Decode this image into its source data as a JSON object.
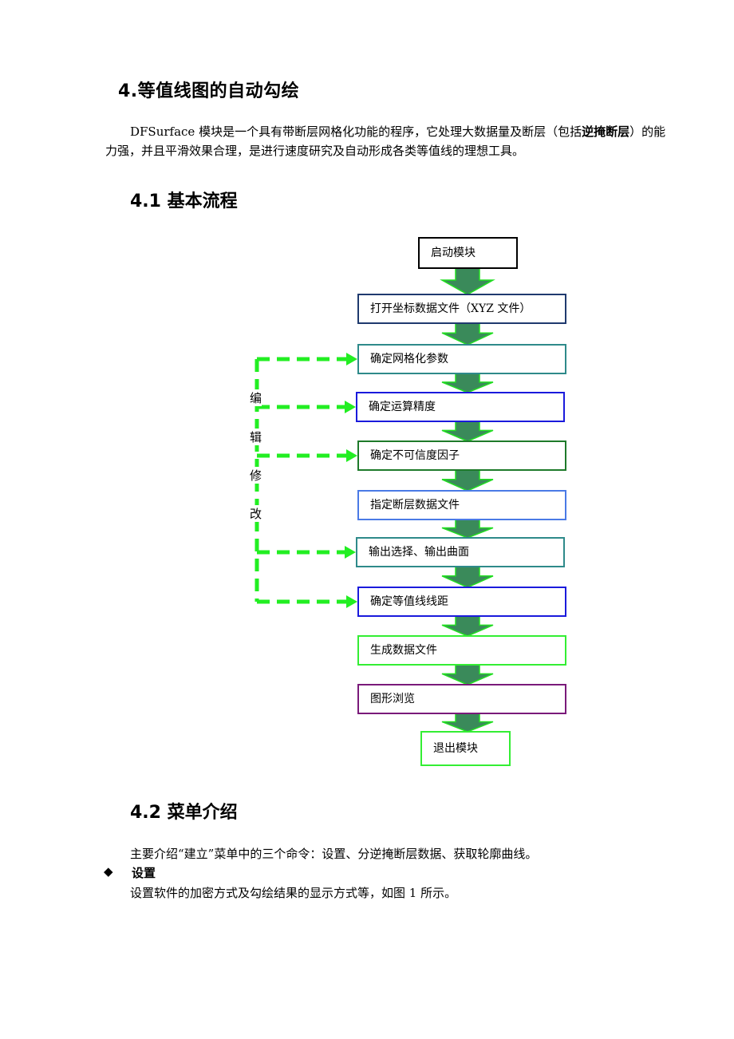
{
  "heading_main": "4.等值线图的自动勾绘",
  "intro": {
    "text_before_bold": "DFSurface 模块是一个具有带断层网格化功能的程序，它处理大数据量及断层（包括",
    "bold": "逆掩断层",
    "text_after_bold": "）的能力强，并且平滑效果合理，是进行速度研究及自动形成各类等值线的理想工具。"
  },
  "section_flow": {
    "heading": "4.1 基本流程",
    "flowchart": {
      "steps": [
        {
          "label": "启动模块",
          "border_color": "#000000"
        },
        {
          "label": "打开坐标数据文件（XYZ 文件）",
          "border_color": "#1f3a6e"
        },
        {
          "label": "确定网格化参数",
          "border_color": "#2e8a8a"
        },
        {
          "label": "确定运算精度",
          "border_color": "#1a1adc"
        },
        {
          "label": "确定不可信度因子",
          "border_color": "#1e7a2a"
        },
        {
          "label": "指定断层数据文件",
          "border_color": "#4a7ae6"
        },
        {
          "label": "输出选择、输出曲面",
          "border_color": "#2e8a8a"
        },
        {
          "label": "确定等值线线距",
          "border_color": "#1a1adc"
        },
        {
          "label": "生成数据文件",
          "border_color": "#33ee33"
        },
        {
          "label": "图形浏览",
          "border_color": "#7a1a7a"
        },
        {
          "label": "退出模块",
          "border_color": "#33ee33"
        }
      ],
      "feedback_label_chars": [
        "编",
        "辑",
        "修",
        "改"
      ],
      "feedback_targets": [
        "确定网格化参数",
        "确定运算精度",
        "确定不可信度因子",
        "输出选择、输出曲面",
        "确定等值线线距"
      ],
      "arrow_fill_color": "#3a8a5a",
      "arrow_edge_color": "#22dd22",
      "feedback_color": "#22ee22"
    }
  },
  "section_menu": {
    "heading": "4.2 菜单介绍",
    "intro": "主要介绍“建立”菜单中的三个命令：设置、分逆掩断层数据、获取轮廓曲线。",
    "bullet_symbol": "◆",
    "bullet_title": "设置",
    "bullet_desc": "设置软件的加密方式及勾绘结果的显示方式等，如图 1 所示。"
  }
}
